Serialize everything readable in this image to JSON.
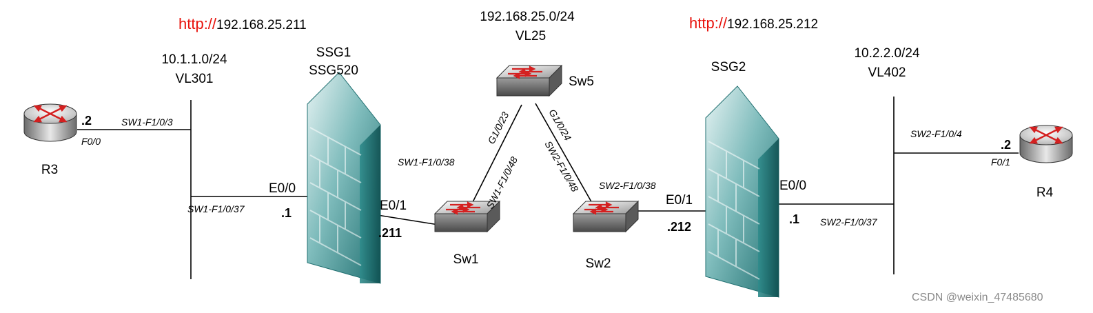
{
  "urls": {
    "left": {
      "scheme": "http://",
      "host": "192.168.25.211"
    },
    "right": {
      "scheme": "http://",
      "host": "192.168.25.212"
    }
  },
  "subnets": {
    "core": {
      "net": "192.168.25.0/24",
      "vlan": "VL25"
    },
    "left": {
      "net": "10.1.1.0/24",
      "vlan": "VL301"
    },
    "right": {
      "net": "10.2.2.0/24",
      "vlan": "VL402"
    }
  },
  "devices": {
    "r3": "R3",
    "r4": "R4",
    "ssg1": {
      "name": "SSG1",
      "model": "SSG520"
    },
    "ssg2": "SSG2",
    "sw1": "Sw1",
    "sw2": "Sw2",
    "sw5": "Sw5"
  },
  "ports": {
    "r3_f00": "F0/0",
    "r3_addr": ".2",
    "sw1_f103": "SW1-F1/0/3",
    "sw1_f1037": "SW1-F1/0/37",
    "ssg1_e00": "E0/0",
    "ssg1_e00_addr": ".1",
    "ssg1_e01": "E0/1",
    "ssg1_e01_addr": ".211",
    "sw1_f1038": "SW1-F1/0/38",
    "sw1_f1048": "SW1-F1/0/48",
    "sw5_g1023": "G1/0/23",
    "sw5_g1024": "G1/0/24",
    "sw2_f1048": "SW2-F1/0/48",
    "sw2_f1038": "SW2-F1/0/38",
    "ssg2_e01": "E0/1",
    "ssg2_e01_addr": ".212",
    "ssg2_e00": "E0/0",
    "ssg2_e00_addr": ".1",
    "sw2_f1037": "SW2-F1/0/37",
    "sw2_f104": "SW2-F1/0/4",
    "r4_f01": "F0/1",
    "r4_addr": ".2"
  },
  "watermark": "CSDN @weixin_47485680",
  "colors": {
    "url_scheme": "#e8120c",
    "firewall": "#2e8f8f",
    "router": "#b0b0b0",
    "arrow": "#d42020"
  }
}
